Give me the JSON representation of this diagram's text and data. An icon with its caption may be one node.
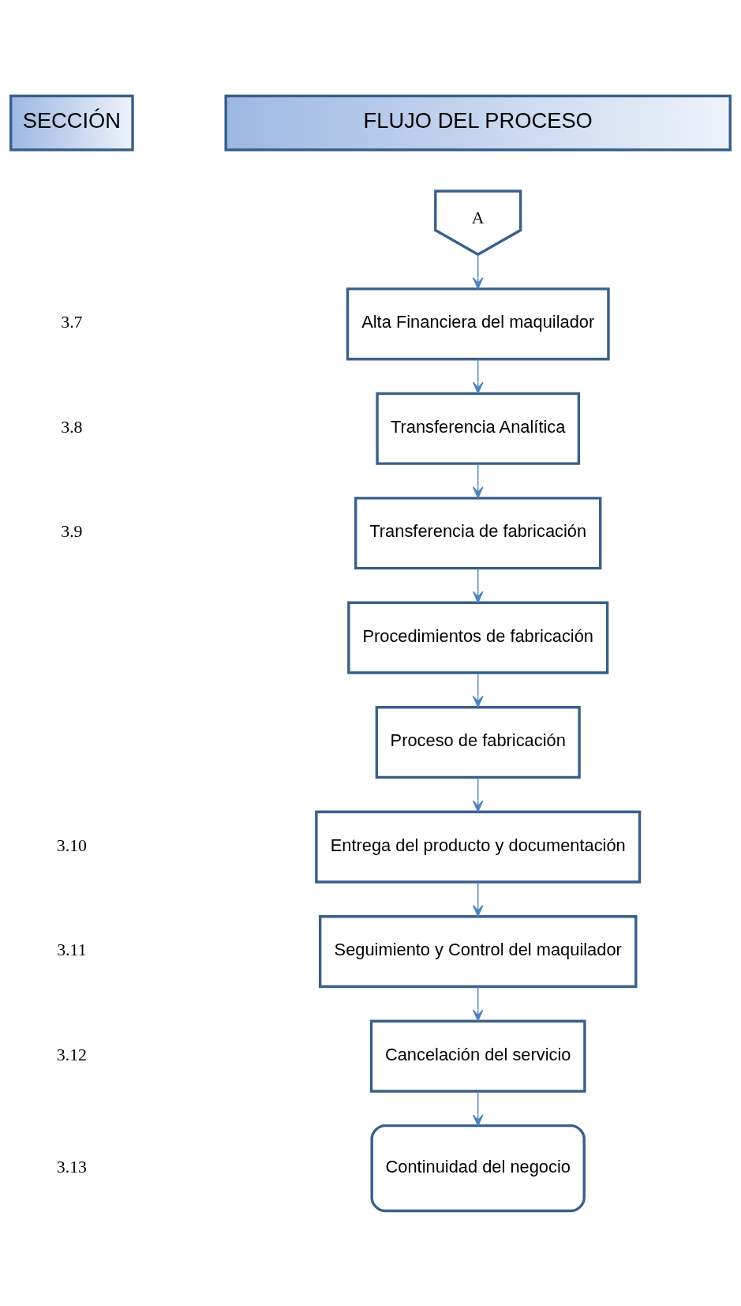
{
  "diagram": {
    "nodes": [
      {
        "text": [
          "A"
        ]
      },
      {
        "text": [
          "Alta Financiera del maquilador"
        ]
      },
      {
        "text": [
          "Transferencia Analítica"
        ]
      },
      {
        "text": [
          "Transferencia de fabricación"
        ]
      },
      {
        "text": [
          "Procedimientos de fabricación"
        ]
      },
      {
        "text": [
          "Proceso de fabricación"
        ]
      },
      {
        "text": [
          "Entrega del producto y documentación"
        ]
      },
      {
        "text": [
          "Seguimiento y Control del maquilador"
        ]
      },
      {
        "text": [
          "Cancelación del servicio"
        ]
      },
      {
        "text": [
          "Continuidad del negocio"
        ]
      }
    ],
    "edges": [
      {
        "from": 0,
        "to": 1,
        "arrow": "to"
      },
      {
        "from": 1,
        "to": 2,
        "arrow": "to"
      },
      {
        "from": 2,
        "to": 3,
        "arrow": "to"
      },
      {
        "from": 3,
        "to": 4,
        "arrow": "to"
      },
      {
        "from": 4,
        "to": 5,
        "arrow": "to"
      },
      {
        "from": 5,
        "to": 6,
        "arrow": "to"
      },
      {
        "from": 6,
        "to": 7,
        "arrow": "to"
      },
      {
        "from": 7,
        "to": 8,
        "arrow": "to"
      },
      {
        "from": 8,
        "to": 9,
        "arrow": "to"
      }
    ],
    "labels": [
      "SECCIÓN",
      "FLUJO DEL PROCESO",
      "3.7",
      "3.8",
      "3.9",
      "3.10",
      "3.11",
      "3.12",
      "3.13"
    ]
  }
}
